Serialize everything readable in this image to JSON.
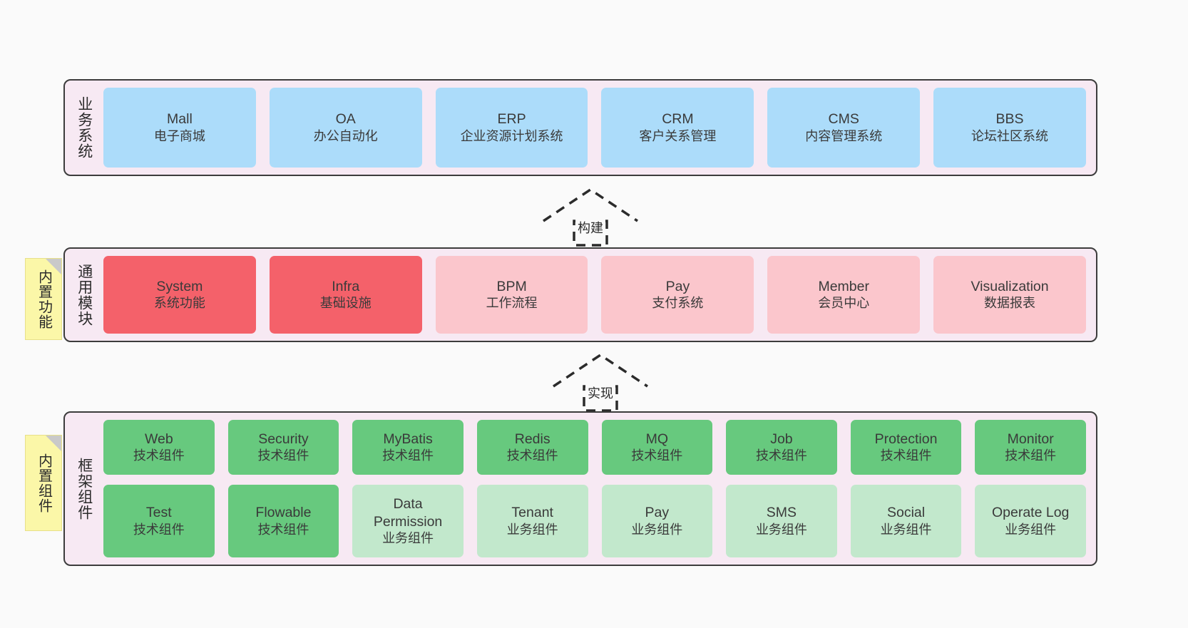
{
  "diagram": {
    "title": "system-architecture-layers",
    "colors": {
      "layer_background": "#F7E9F3",
      "layer_border": "#3c3c3c",
      "business_card": "#ACDCFA",
      "core_module_strong": "#F4616A",
      "core_module_light": "#FBC6CC",
      "tech_component": "#67C97E",
      "business_component": "#C2E8CC",
      "sticky_note": "#FBF7A8",
      "canvas": "#fafafa"
    }
  },
  "layers": [
    {
      "id": "business-system",
      "label": "业务系统",
      "rows": [
        [
          {
            "en": "Mall",
            "cn": "电子商城",
            "style": "blue"
          },
          {
            "en": "OA",
            "cn": "办公自动化",
            "style": "blue"
          },
          {
            "en": "ERP",
            "cn": "企业资源计划系统",
            "style": "blue"
          },
          {
            "en": "CRM",
            "cn": "客户关系管理",
            "style": "blue"
          },
          {
            "en": "CMS",
            "cn": "内容管理系统",
            "style": "blue"
          },
          {
            "en": "BBS",
            "cn": "论坛社区系统",
            "style": "blue"
          }
        ]
      ]
    },
    {
      "id": "common-module",
      "label": "通用模块",
      "sticky": "内置功能",
      "rows": [
        [
          {
            "en": "System",
            "cn": "系统功能",
            "style": "red"
          },
          {
            "en": "Infra",
            "cn": "基础设施",
            "style": "red"
          },
          {
            "en": "BPM",
            "cn": "工作流程",
            "style": "pink"
          },
          {
            "en": "Pay",
            "cn": "支付系统",
            "style": "pink"
          },
          {
            "en": "Member",
            "cn": "会员中心",
            "style": "pink"
          },
          {
            "en": "Visualization",
            "cn": "数据报表",
            "style": "pink"
          }
        ]
      ]
    },
    {
      "id": "framework-component",
      "label": "框架组件",
      "sticky": "内置组件",
      "rows": [
        [
          {
            "en": "Web",
            "cn": "技术组件",
            "style": "green"
          },
          {
            "en": "Security",
            "cn": "技术组件",
            "style": "green"
          },
          {
            "en": "MyBatis",
            "cn": "技术组件",
            "style": "green"
          },
          {
            "en": "Redis",
            "cn": "技术组件",
            "style": "green"
          },
          {
            "en": "MQ",
            "cn": "技术组件",
            "style": "green"
          },
          {
            "en": "Job",
            "cn": "技术组件",
            "style": "green"
          },
          {
            "en": "Protection",
            "cn": "技术组件",
            "style": "green"
          },
          {
            "en": "Monitor",
            "cn": "技术组件",
            "style": "green"
          }
        ],
        [
          {
            "en": "Test",
            "cn": "技术组件",
            "style": "green"
          },
          {
            "en": "Flowable",
            "cn": "技术组件",
            "style": "green"
          },
          {
            "en": "Data Permission",
            "cn": "业务组件",
            "style": "lgreen"
          },
          {
            "en": "Tenant",
            "cn": "业务组件",
            "style": "lgreen"
          },
          {
            "en": "Pay",
            "cn": "业务组件",
            "style": "lgreen"
          },
          {
            "en": "SMS",
            "cn": "业务组件",
            "style": "lgreen"
          },
          {
            "en": "Social",
            "cn": "业务组件",
            "style": "lgreen"
          },
          {
            "en": "Operate Log",
            "cn": "业务组件",
            "style": "lgreen"
          }
        ]
      ]
    }
  ],
  "connectors": [
    {
      "id": "build",
      "label": "构建"
    },
    {
      "id": "implement",
      "label": "实现"
    }
  ]
}
